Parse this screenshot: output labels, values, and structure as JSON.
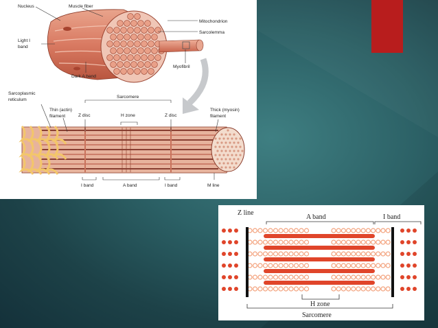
{
  "colors": {
    "background": "#2c6166",
    "accent": "#b81d1d",
    "muscle": "#d97a62",
    "filament_red": "#e0452a",
    "filament_orange": "#f3a07a",
    "reticulum": "#f3c66a"
  },
  "top_diagram": {
    "labels": {
      "nucleus": "Nucleus",
      "muscle_fiber": "Muscle fiber",
      "mitochondrion": "Mitochondrion",
      "sarcolemma": "Sarcolemma",
      "light_band_1": "Light I",
      "light_band_2": "band",
      "myofibril": "Myofibril",
      "dark_a_band": "Dark A band",
      "sarcoplasmic_1": "Sarcoplasmic",
      "sarcoplasmic_2": "reticulum",
      "thin_filament_1": "Thin (actin)",
      "thin_filament_2": "filament",
      "sarcomere": "Sarcomere",
      "z_disc_left": "Z disc",
      "h_zone": "H zone",
      "z_disc_right": "Z disc",
      "thick_filament_1": "Thick (myosin)",
      "thick_filament_2": "filament",
      "i_band_left": "I band",
      "a_band": "A band",
      "i_band_right": "I band",
      "m_line": "M line"
    }
  },
  "bottom_diagram": {
    "labels": {
      "z_line": "Z line",
      "a_band": "A band",
      "i_band": "I band",
      "h_zone": "H zone",
      "sarcomere": "Sarcomere"
    }
  }
}
